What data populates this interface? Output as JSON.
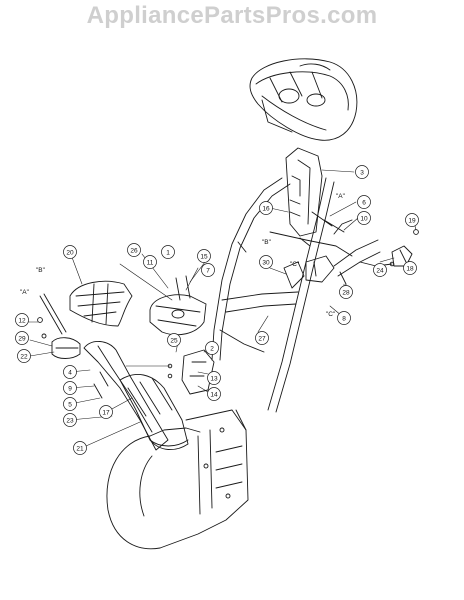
{
  "watermark": "AppliancePartsPros.com",
  "callouts": [
    "1",
    "2",
    "3",
    "4",
    "5",
    "6",
    "7",
    "8",
    "9",
    "10",
    "11",
    "12",
    "13",
    "14",
    "15",
    "16",
    "17",
    "18",
    "19",
    "20",
    "21",
    "22",
    "23",
    "24",
    "25",
    "26",
    "27",
    "28",
    "29",
    "30"
  ],
  "references": [
    "\"A\"",
    "\"A\"",
    "\"B\"",
    "\"B\"",
    "\"C\"",
    "\"C\""
  ],
  "colors": {
    "line": "#1a1a1a",
    "watermark": "#cfcfcf",
    "background": "#ffffff"
  }
}
